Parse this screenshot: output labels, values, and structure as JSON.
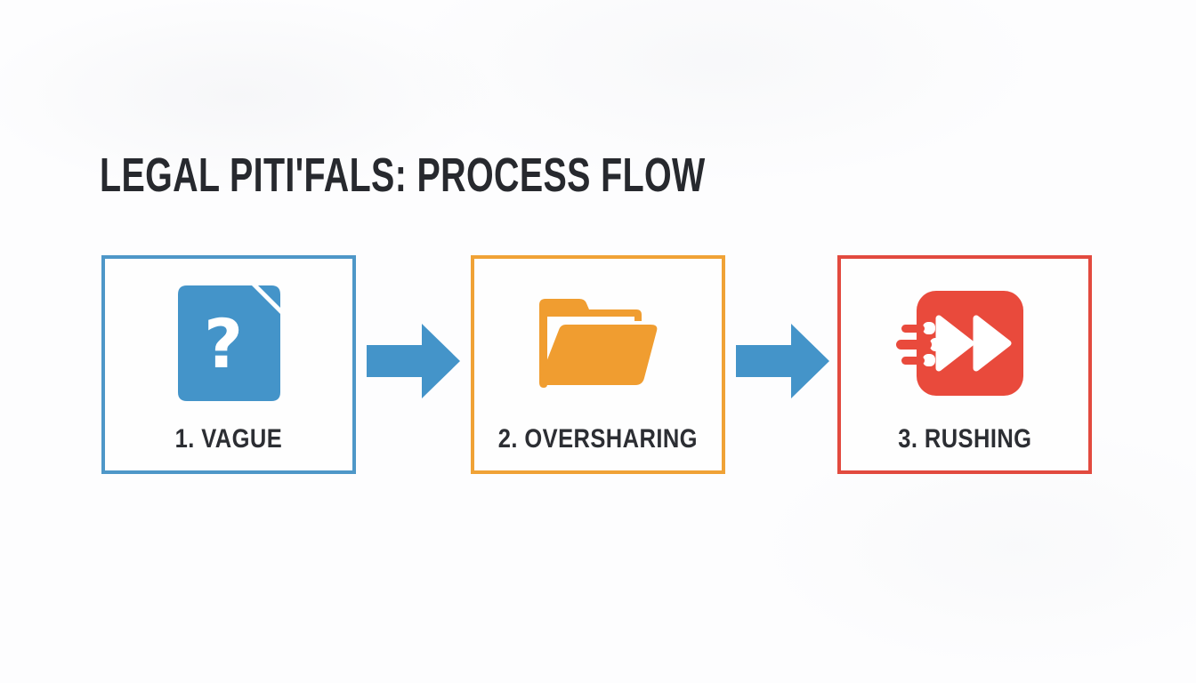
{
  "title": "LEGAL PITI'FALS: PROCESS FLOW",
  "diagram": {
    "steps": [
      {
        "label": "1. VAGUE",
        "icon": "document-question-icon",
        "accent_color": "#4e97c8"
      },
      {
        "label": "2. OVERSHARING",
        "icon": "open-folder-icon",
        "accent_color": "#f0a236"
      },
      {
        "label": "3. RUSHING",
        "icon": "fast-forward-icon",
        "accent_color": "#e24a3f"
      }
    ],
    "connectors": [
      {
        "icon": "arrow-right-icon",
        "color": "#4494c9"
      },
      {
        "icon": "arrow-right-icon",
        "color": "#4494c9"
      }
    ]
  },
  "colors": {
    "background": "#fdfdfe",
    "title_text": "#27292e",
    "label_text": "#2c2e33",
    "blue": "#4494c9",
    "orange": "#f09d30",
    "red": "#e94a3c"
  }
}
